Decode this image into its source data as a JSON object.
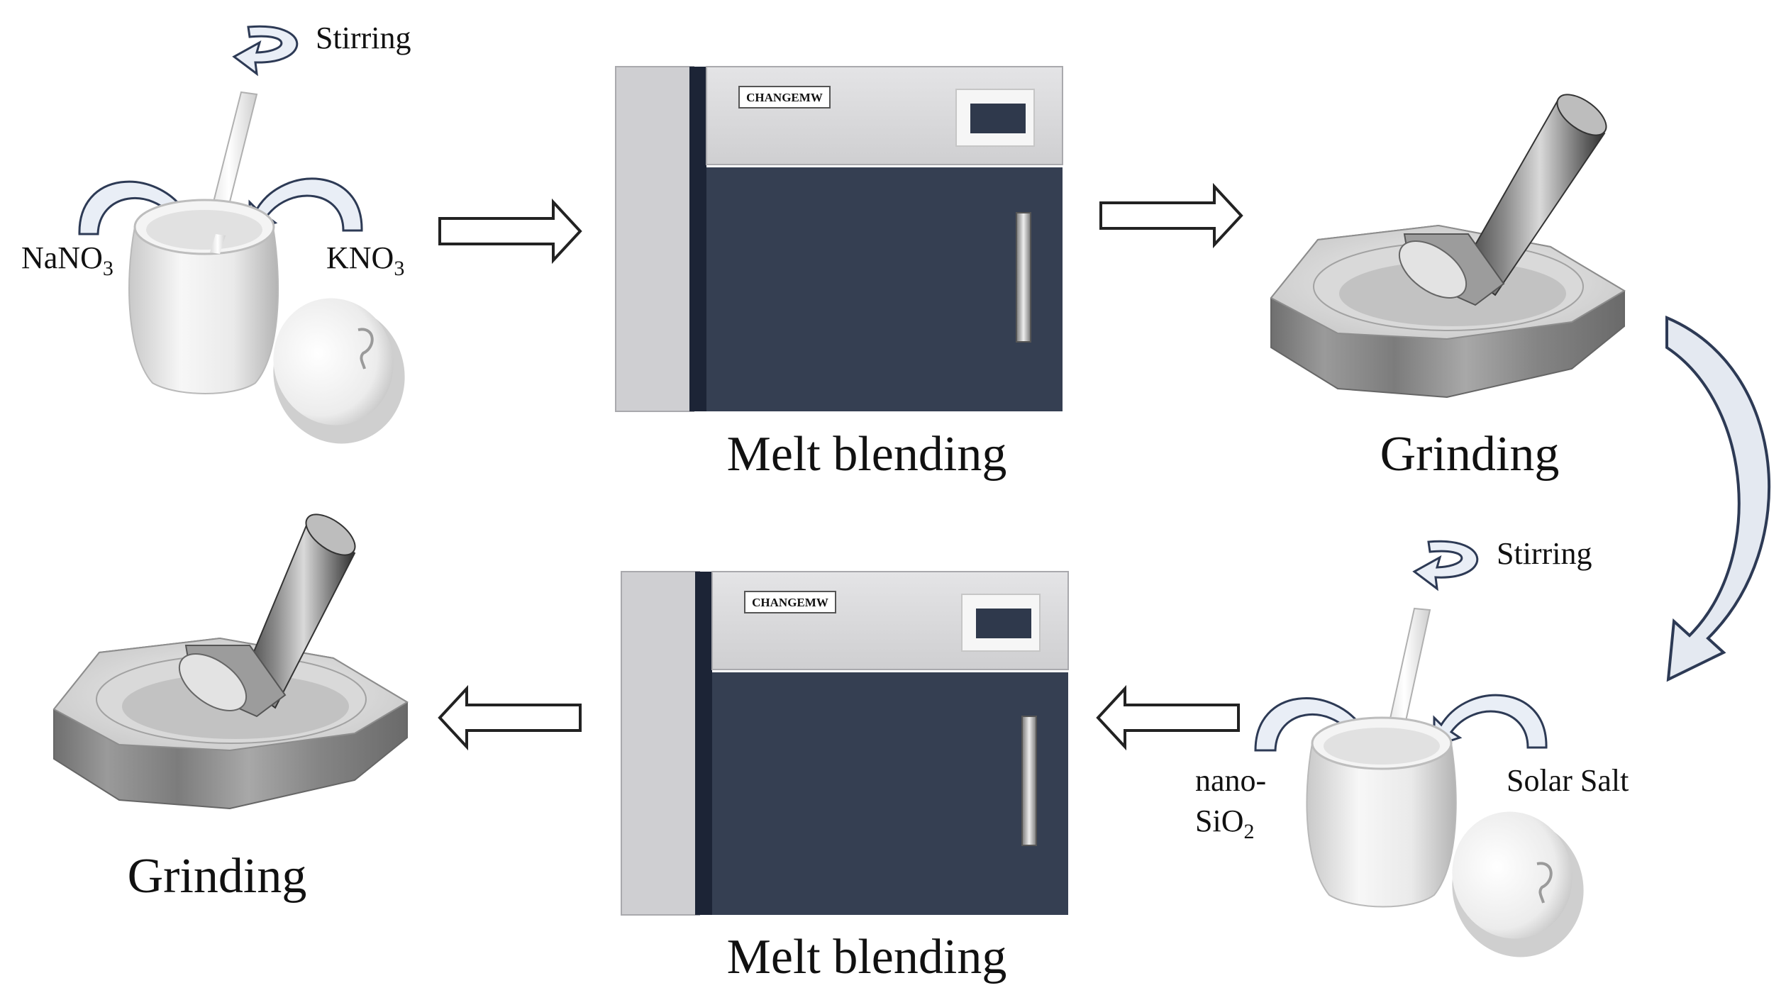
{
  "labels": {
    "stirring_top": "Stirring",
    "nano_no3_prefix": "NaNO",
    "kno3_prefix": "KNO",
    "subscript_3": "3",
    "melt_blending_top": "Melt blending",
    "grinding_top": "Grinding",
    "stirring_bottom": "Stirring",
    "nano_sio2_line1": "nano-",
    "nano_sio2_line2_prefix": "SiO",
    "subscript_2": "2",
    "solar_salt": "Solar Salt",
    "melt_blending_bottom": "Melt blending",
    "grinding_bottom": "Grinding",
    "furnace_brand": "CHANGEMW"
  },
  "colors": {
    "furnace_door": "#353f52",
    "furnace_side": "#cfcfd2",
    "furnace_panel": "#d8d8da",
    "arrow_outline": "#222222",
    "curved_arrow_fill": "#c8d2e0",
    "curved_arrow_stroke": "#2d3a55"
  },
  "icons": {
    "crucible": "crucible-icon",
    "furnace": "muffle-furnace-icon",
    "mortar": "mortar-pestle-icon",
    "process_arrow": "process-arrow-icon"
  }
}
